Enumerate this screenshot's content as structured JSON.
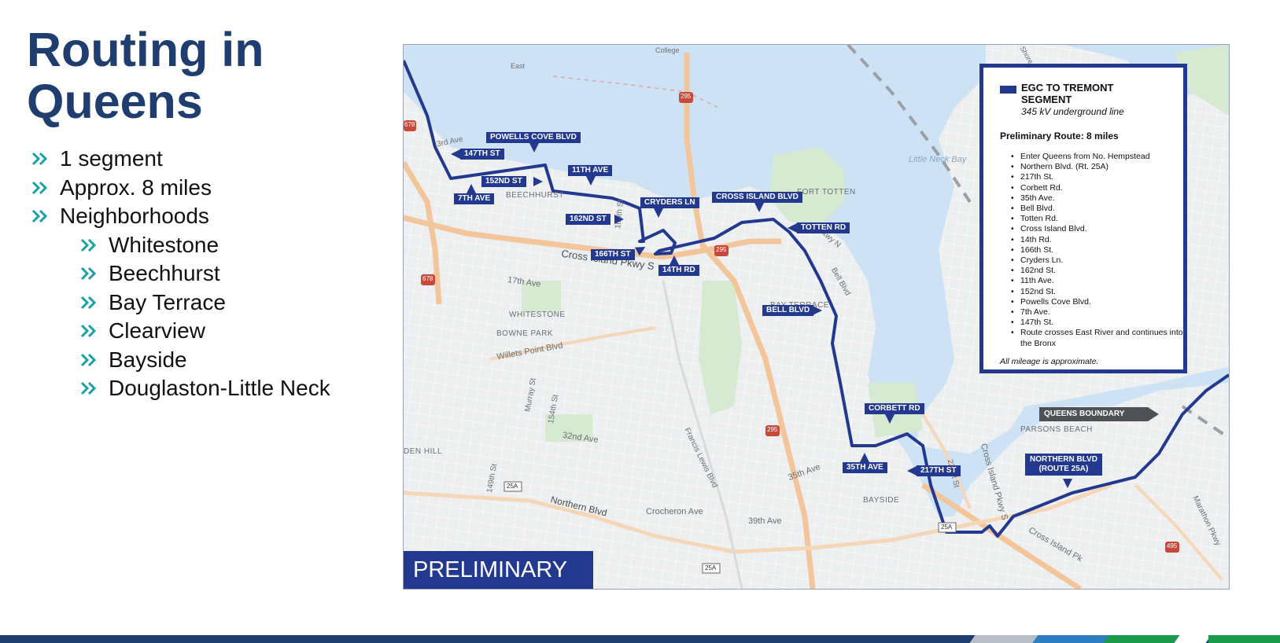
{
  "title": {
    "line1": "Routing in",
    "line2": "Queens"
  },
  "bullets": [
    "1 segment",
    "Approx. 8 miles",
    "Neighborhoods"
  ],
  "neighborhoods": [
    "Whitestone",
    "Beechhurst",
    "Bay Terrace",
    "Clearview",
    "Bayside",
    "Douglaston-Little Neck"
  ],
  "colors": {
    "route": "#23398f",
    "title": "#1f3d6e",
    "bullet_chevron": "#1aa0a8",
    "water": "#cde3f5",
    "highway": "#f3c59a",
    "park": "#d6ead2",
    "boundary_tag": "#4e5257"
  },
  "icons": {
    "bullet": "double-chevron-right-icon",
    "boundary_arrow": "arrow-right-icon"
  },
  "map": {
    "badge": "PRELIMINARY",
    "labels": {
      "powells_cove": "POWELLS COVE BLVD",
      "st147": "147TH ST",
      "st152": "152ND ST",
      "ave7": "7TH AVE",
      "ave11": "11TH AVE",
      "st162": "162ND ST",
      "cryders": "CRYDERS LN",
      "st166": "166TH ST",
      "rd14": "14TH RD",
      "cross_island": "CROSS ISLAND BLVD",
      "totten": "TOTTEN RD",
      "bell": "BELL BLVD",
      "corbett": "CORBETT RD",
      "ave35": "35TH AVE",
      "st217": "217TH ST",
      "northern_l1": "NORTHERN BLVD",
      "northern_l2": "(ROUTE 25A)",
      "queens_boundary": "QUEENS BOUNDARY"
    },
    "places": {
      "college": "College",
      "east": "East",
      "shore": "Shore",
      "little_neck_bay": "Little Neck Bay",
      "beechhurst": "BEECHHURST",
      "fort_totten": "FORT TOTTEN",
      "ave3rd": "3rd Ave",
      "cross_island_pkwy": "Cross Island Pkwy S",
      "ave17": "17th Ave",
      "whitestone": "WHITESTONE",
      "bowne_park": "BOWNE PARK",
      "willets": "Willets Point Blvd",
      "murray": "Murray St",
      "st154": "154th St",
      "ave32": "32nd Ave",
      "oden_hill": "DEN HILL",
      "st149": "149th St",
      "northern": "Northern Blvd",
      "crocheron": "Crocheron Ave",
      "ave39": "39th Ave",
      "ave35": "35th Ave",
      "francis_lewis": "Francis Lewis Blvd",
      "bay_terrace": "BAY TERRACE",
      "bayside": "BAYSIDE",
      "parsons": "PARSONS BEACH",
      "st221": "221st St",
      "cross_island_s": "Cross Island Pkwy S",
      "bell_blvd": "Bell Blvd",
      "marathon": "Marathon Pkwy",
      "pkwy_n": "Pkwy N",
      "st160": "160th St",
      "crossisland_pk2": "Cross Island Pk",
      "i678_a": "678",
      "i678_b": "678",
      "i295_a": "295",
      "i295_b": "295",
      "i295_c": "295",
      "i495": "495",
      "r25a_a": "25A",
      "r25a_b": "25A",
      "r25a_c": "25A"
    }
  },
  "legend": {
    "title_l1": "EGC TO TREMONT",
    "title_l2": "SEGMENT",
    "subtitle": "345 kV underground line",
    "route_heading": "Preliminary Route:  8 miles",
    "items": [
      "Enter Queens from No. Hempstead",
      "Northern Blvd. (Rt. 25A)",
      "217th St.",
      "Corbett Rd.",
      "35th Ave.",
      "Bell Blvd.",
      "Totten Rd.",
      "Cross Island Blvd.",
      "14th Rd.",
      "166th St.",
      "Cryders Ln.",
      "162nd St.",
      "11th Ave.",
      "152nd St.",
      "Powells Cove Blvd.",
      "7th Ave.",
      "147th St.",
      "Route crosses East River and continues into the Bronx"
    ],
    "note": "All mileage is approximate."
  }
}
